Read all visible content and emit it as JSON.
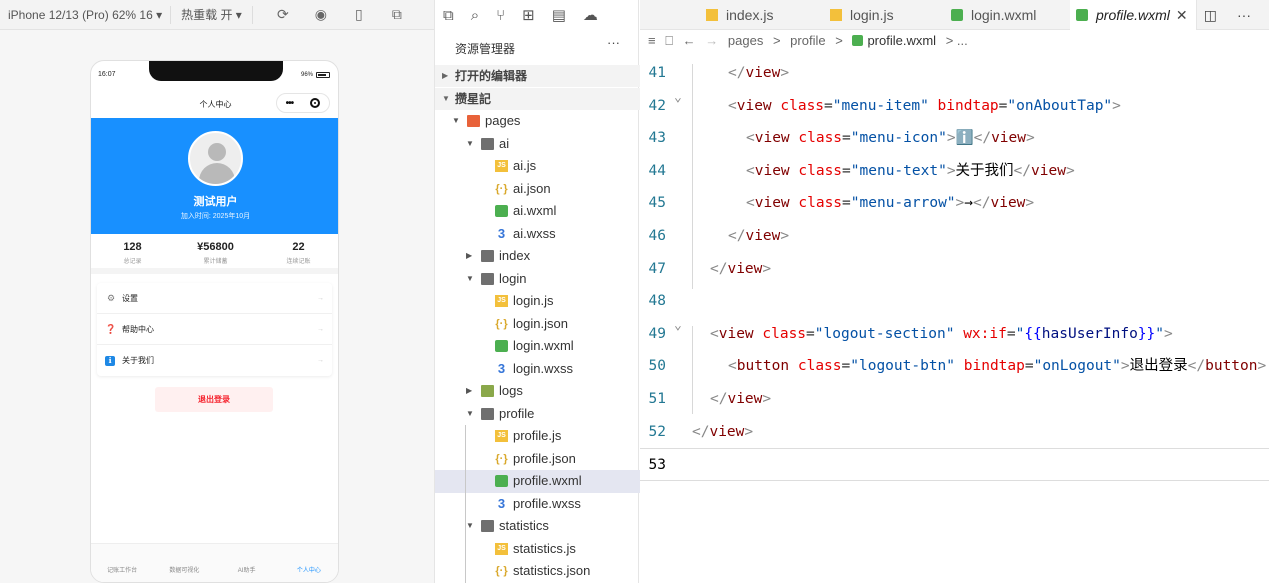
{
  "simulator": {
    "device": "iPhone 12/13 (Pro) 62% 16 ▾",
    "hot_reload": "热重载 开 ▾",
    "phone": {
      "time": "16:07",
      "battery": "96%",
      "nav_title": "个人中心",
      "user_name": "测试用户",
      "join_date": "加入时间: 2025年10月",
      "stats": [
        {
          "value": "128",
          "label": "总记录"
        },
        {
          "value": "¥56800",
          "label": "累计储蓄"
        },
        {
          "value": "22",
          "label": "连续记账"
        }
      ],
      "menu": [
        {
          "icon": "⚙",
          "label": "设置",
          "arrow": "→"
        },
        {
          "icon": "❓",
          "label": "帮助中心",
          "arrow": "→"
        },
        {
          "icon": "ℹ",
          "label": "关于我们",
          "arrow": "→"
        }
      ],
      "logout": "退出登录",
      "tabs": [
        "记账工作台",
        "数据可视化",
        "AI助手",
        "个人中心"
      ]
    }
  },
  "explorer": {
    "title": "资源管理器",
    "more": "···",
    "open_editors": "打开的编辑器",
    "project": "攒星記",
    "tree": [
      {
        "name": "pages",
        "type": "folder-pages",
        "level": 1,
        "open": true
      },
      {
        "name": "ai",
        "type": "folder",
        "level": 2,
        "open": true
      },
      {
        "name": "ai.js",
        "type": "js",
        "level": 3
      },
      {
        "name": "ai.json",
        "type": "json",
        "level": 3
      },
      {
        "name": "ai.wxml",
        "type": "wxml",
        "level": 3
      },
      {
        "name": "ai.wxss",
        "type": "wxss",
        "level": 3
      },
      {
        "name": "index",
        "type": "folder",
        "level": 2,
        "open": false
      },
      {
        "name": "login",
        "type": "folder",
        "level": 2,
        "open": true
      },
      {
        "name": "login.js",
        "type": "js",
        "level": 3
      },
      {
        "name": "login.json",
        "type": "json",
        "level": 3
      },
      {
        "name": "login.wxml",
        "type": "wxml",
        "level": 3
      },
      {
        "name": "login.wxss",
        "type": "wxss",
        "level": 3
      },
      {
        "name": "logs",
        "type": "folder-logs",
        "level": 2,
        "open": false
      },
      {
        "name": "profile",
        "type": "folder",
        "level": 2,
        "open": true
      },
      {
        "name": "profile.js",
        "type": "js",
        "level": 3
      },
      {
        "name": "profile.json",
        "type": "json",
        "level": 3
      },
      {
        "name": "profile.wxml",
        "type": "wxml",
        "level": 3,
        "selected": true
      },
      {
        "name": "profile.wxss",
        "type": "wxss",
        "level": 3
      },
      {
        "name": "statistics",
        "type": "folder",
        "level": 2,
        "open": true
      },
      {
        "name": "statistics.js",
        "type": "js",
        "level": 3
      },
      {
        "name": "statistics.json",
        "type": "json",
        "level": 3
      }
    ]
  },
  "editor": {
    "tabs": [
      {
        "name": "index.js",
        "type": "js",
        "active": false
      },
      {
        "name": "login.js",
        "type": "js",
        "active": false
      },
      {
        "name": "login.wxml",
        "type": "wxml",
        "active": false
      },
      {
        "name": "profile.wxml",
        "type": "wxml",
        "active": true
      }
    ],
    "breadcrumb": [
      "pages",
      ">",
      "profile",
      ">",
      "profile.wxml",
      "> ..."
    ],
    "lines": [
      {
        "n": "41",
        "indent": 2,
        "html": "<span class='br'>&lt;/</span><span class='tag'>view</span><span class='br'>&gt;</span>"
      },
      {
        "n": "42",
        "indent": 2,
        "fold": true,
        "html": "<span class='br'>&lt;</span><span class='tag'>view</span> <span class='attr'>class</span><span class='op'>=</span><span class='str'>\"menu-item\"</span> <span class='attr'>bindtap</span><span class='op'>=</span><span class='str'>\"onAboutTap\"</span><span class='br'>&gt;</span>"
      },
      {
        "n": "43",
        "indent": 3,
        "html": "<span class='br'>&lt;</span><span class='tag'>view</span> <span class='attr'>class</span><span class='op'>=</span><span class='str'>\"menu-icon\"</span><span class='br'>&gt;</span><span class='jstext'>ℹ️</span><span class='br'>&lt;/</span><span class='tag'>view</span><span class='br'>&gt;</span>"
      },
      {
        "n": "44",
        "indent": 3,
        "html": "<span class='br'>&lt;</span><span class='tag'>view</span> <span class='attr'>class</span><span class='op'>=</span><span class='str'>\"menu-text\"</span><span class='br'>&gt;</span><span class='jstext'>关于我们</span><span class='br'>&lt;/</span><span class='tag'>view</span><span class='br'>&gt;</span>"
      },
      {
        "n": "45",
        "indent": 3,
        "html": "<span class='br'>&lt;</span><span class='tag'>view</span> <span class='attr'>class</span><span class='op'>=</span><span class='str'>\"menu-arrow\"</span><span class='br'>&gt;</span><span class='jstext'>→</span><span class='br'>&lt;/</span><span class='tag'>view</span><span class='br'>&gt;</span>"
      },
      {
        "n": "46",
        "indent": 2,
        "html": "<span class='br'>&lt;/</span><span class='tag'>view</span><span class='br'>&gt;</span>"
      },
      {
        "n": "47",
        "indent": 1,
        "html": "<span class='br'>&lt;/</span><span class='tag'>view</span><span class='br'>&gt;</span>"
      },
      {
        "n": "48",
        "indent": 0,
        "html": ""
      },
      {
        "n": "49",
        "indent": 1,
        "fold": true,
        "html": "<span class='br'>&lt;</span><span class='tag'>view</span> <span class='attr'>class</span><span class='op'>=</span><span class='str'>\"logout-section\"</span> <span class='attr'>wx:if</span><span class='op'>=</span><span class='str'>\"</span><span class='mus'>{{</span><span class='jstext' style='color:#001080'>hasUserInfo</span><span class='mus'>}}</span><span class='str'>\"</span><span class='br'>&gt;</span>"
      },
      {
        "n": "50",
        "indent": 2,
        "html": "<span class='br'>&lt;</span><span class='tag'>button</span> <span class='attr'>class</span><span class='op'>=</span><span class='str'>\"logout-btn\"</span> <span class='attr'>bindtap</span><span class='op'>=</span><span class='str'>\"onLogout\"</span><span class='br'>&gt;</span><span class='jstext'>退出登录</span><span class='br'>&lt;/</span><span class='tag'>button</span><span class='br'>&gt;</span>"
      },
      {
        "n": "51",
        "indent": 1,
        "html": "<span class='br'>&lt;/</span><span class='tag'>view</span><span class='br'>&gt;</span>"
      },
      {
        "n": "52",
        "indent": 0,
        "html": "<span class='br'>&lt;/</span><span class='tag'>view</span><span class='br'>&gt;</span>"
      },
      {
        "n": "53",
        "indent": 0,
        "html": "",
        "current": true
      }
    ]
  },
  "colors": {
    "accent": "#1890ff",
    "logout": "#f5222d",
    "selection": "#e4e6f1"
  }
}
